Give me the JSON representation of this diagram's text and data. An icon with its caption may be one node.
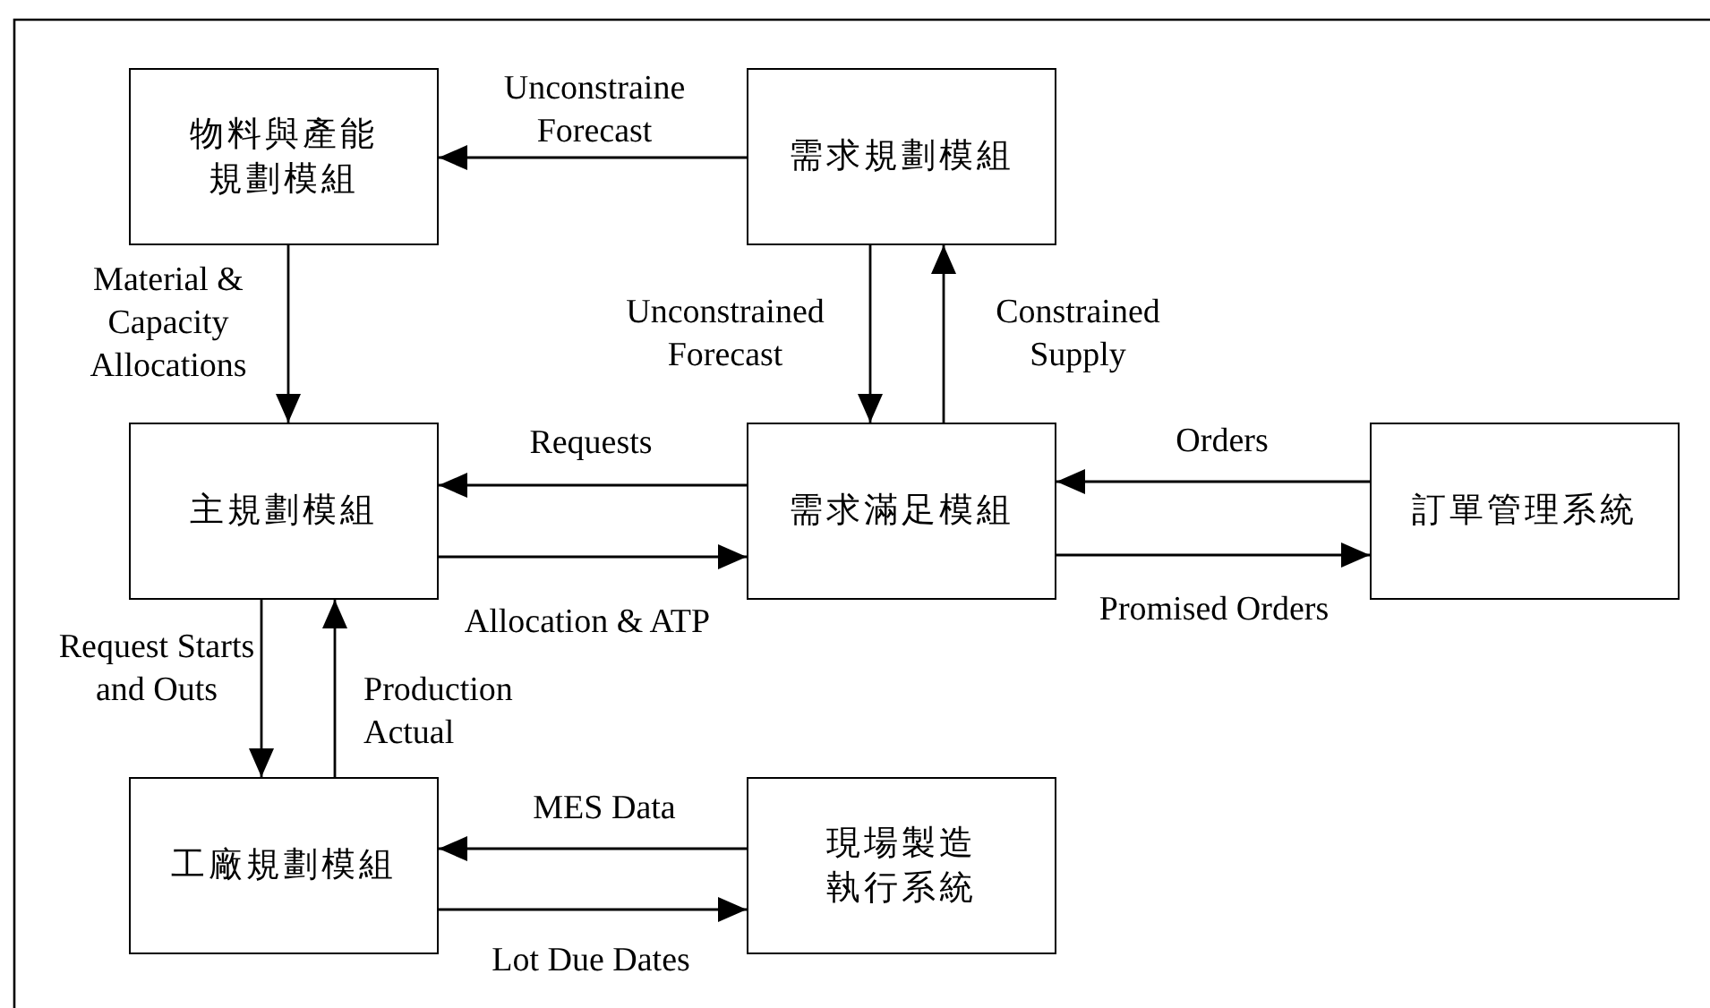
{
  "diagram": {
    "nodes": [
      {
        "text": [
          "物料與產能規劃模組"
        ]
      },
      {
        "text": [
          "需求規劃模組"
        ]
      },
      {
        "text": [
          "主規劃模組"
        ]
      },
      {
        "text": [
          "需求滿足模組"
        ]
      },
      {
        "text": [
          "訂單管理系統"
        ]
      },
      {
        "text": [
          "工廠規劃模組"
        ]
      },
      {
        "text": [
          "現場製造執行系統"
        ]
      }
    ],
    "edges": [
      {
        "from": 1,
        "to": 0,
        "arrow": "to",
        "label": "Unconstraine Forecast"
      },
      {
        "from": 0,
        "to": 2,
        "arrow": "to",
        "label": "Material & Capacity Allocations"
      },
      {
        "from": 1,
        "to": 3,
        "arrow": "to",
        "label": "Unconstrained Forecast"
      },
      {
        "from": 3,
        "to": 1,
        "arrow": "to",
        "label": "Constrained Supply"
      },
      {
        "from": 3,
        "to": 2,
        "arrow": "to",
        "label": "Requests"
      },
      {
        "from": 2,
        "to": 3,
        "arrow": "to",
        "label": "Allocation & ATP"
      },
      {
        "from": 4,
        "to": 3,
        "arrow": "to",
        "label": "Orders"
      },
      {
        "from": 3,
        "to": 4,
        "arrow": "to",
        "label": "Promised Orders"
      },
      {
        "from": 2,
        "to": 5,
        "arrow": "to",
        "label": "Request Starts and Outs"
      },
      {
        "from": 5,
        "to": 2,
        "arrow": "to",
        "label": "Production Actual"
      },
      {
        "from": 6,
        "to": 5,
        "arrow": "to",
        "label": "MES Data"
      },
      {
        "from": 5,
        "to": 6,
        "arrow": "to",
        "label": "Lot Due Dates"
      }
    ]
  }
}
